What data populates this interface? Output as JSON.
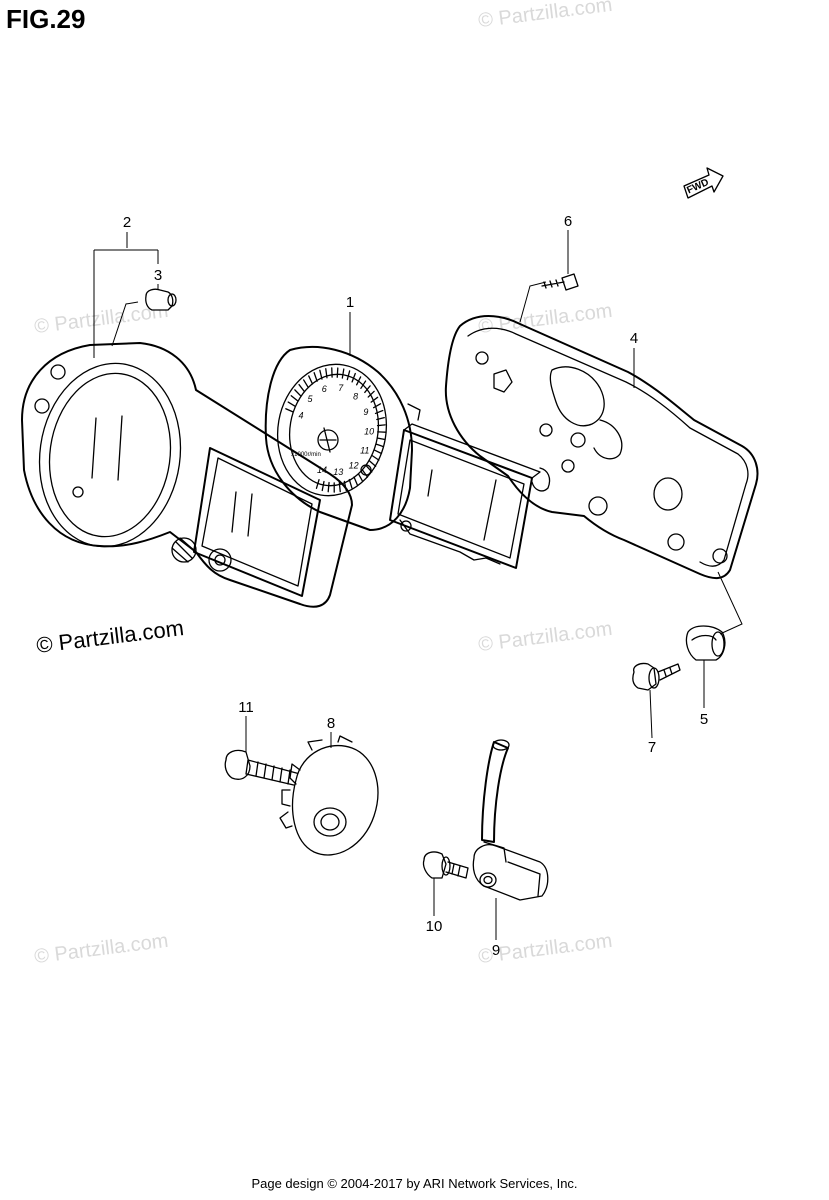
{
  "figure": {
    "title": "FIG.29"
  },
  "fwd_label": "FWD",
  "callouts": [
    {
      "id": "1",
      "label": "1"
    },
    {
      "id": "2",
      "label": "2"
    },
    {
      "id": "3",
      "label": "3"
    },
    {
      "id": "4",
      "label": "4"
    },
    {
      "id": "5",
      "label": "5"
    },
    {
      "id": "6",
      "label": "6"
    },
    {
      "id": "7",
      "label": "7"
    },
    {
      "id": "8",
      "label": "8"
    },
    {
      "id": "9",
      "label": "9"
    },
    {
      "id": "10",
      "label": "10"
    },
    {
      "id": "11",
      "label": "11"
    }
  ],
  "dial_numbers": [
    "4",
    "5",
    "6",
    "7",
    "8",
    "9",
    "10",
    "11",
    "12",
    "13",
    "14"
  ],
  "dial_unit": "x1000r/min",
  "watermark": {
    "text": "© Partzilla.com"
  },
  "footer": {
    "text": "Page design © 2004-2017 by ARI Network Services, Inc."
  }
}
